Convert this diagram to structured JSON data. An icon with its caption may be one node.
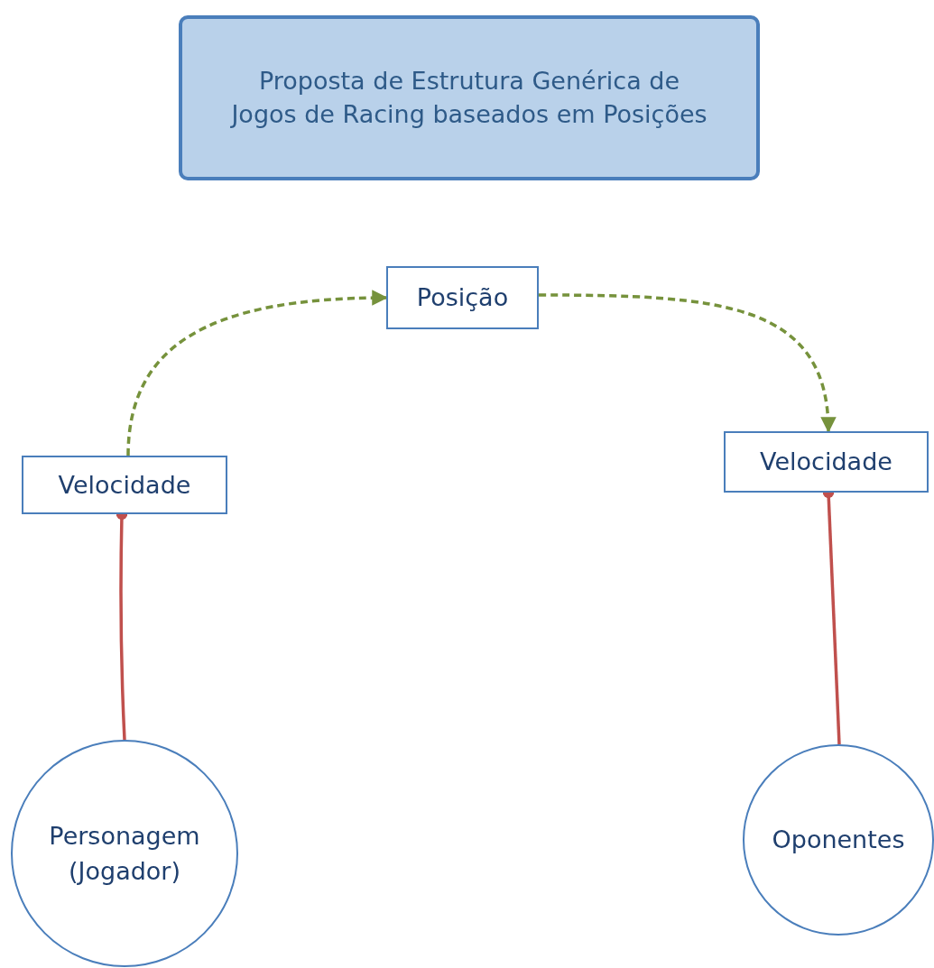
{
  "diagram": {
    "title": "Proposta de Estrutura Genérica de Jogos de Racing baseados em Posições",
    "nodes": [
      {
        "text": [
          "Posição"
        ]
      },
      {
        "text": [
          "Velocidade"
        ]
      },
      {
        "text": [
          "Velocidade"
        ]
      },
      {
        "text": [
          "Personagem (Jogador)"
        ]
      },
      {
        "text": [
          "Oponentes"
        ]
      }
    ],
    "edges": [
      {
        "from": 1,
        "to": 0,
        "arrow": "to",
        "style": "dashed",
        "color": "#76923c"
      },
      {
        "from": 0,
        "to": 2,
        "arrow": "to",
        "style": "dashed",
        "color": "#76923c"
      },
      {
        "from": 3,
        "to": 1,
        "arrow": "other",
        "color": "#c0504d"
      },
      {
        "from": 4,
        "to": 2,
        "arrow": "other",
        "color": "#c0504d"
      }
    ]
  }
}
